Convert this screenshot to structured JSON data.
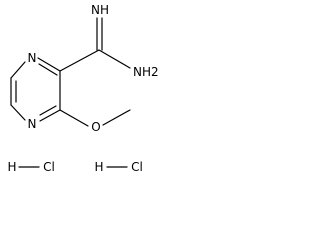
{
  "molecule": {
    "atoms": {
      "ring_n_top": "N",
      "ring_n_bottom": "N",
      "imine": "NH",
      "amine": "NH2",
      "methoxy_oxygen": "O"
    },
    "salts": [
      {
        "h": "H",
        "cl": "Cl"
      },
      {
        "h": "H",
        "cl": "Cl"
      }
    ]
  }
}
